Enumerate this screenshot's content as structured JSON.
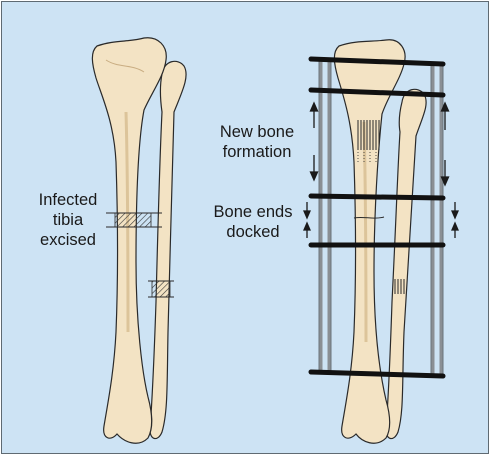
{
  "labels": {
    "infected": [
      "Infected",
      "tibia",
      "excised"
    ],
    "new_bone": [
      "New bone",
      "formation"
    ],
    "bone_ends": [
      "Bone ends",
      "docked"
    ]
  },
  "colors": {
    "background": "#cde3f4",
    "bone": "#f3e3c4",
    "bone_shadow": "#dcc49a",
    "outline": "#2a2a2a",
    "frame_ring": "#111111",
    "frame_rod": "#8a8f94"
  }
}
